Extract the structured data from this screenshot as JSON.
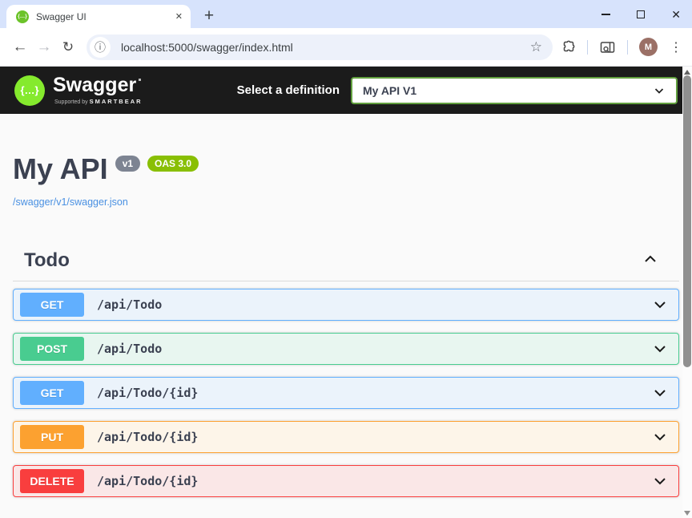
{
  "browser": {
    "tab_title": "Swagger UI",
    "url": "localhost:5000/swagger/index.html",
    "avatar": "M"
  },
  "icons": {
    "plus": "+",
    "close": "✕",
    "back": "←",
    "forward": "→",
    "reload": "↻",
    "info": "ⓘ",
    "star": "☆",
    "kebab": "⋮",
    "logo_glyph": "{…}"
  },
  "topbar": {
    "brand": "Swagger",
    "brand_sub": "Supported by",
    "brand_sub_strong": "SMARTBEAR",
    "select_label": "Select a definition",
    "selected_definition": "My API V1",
    "select_border_color": "#62a03f",
    "background": "#1b1b1b",
    "logo_green": "#85ea2d"
  },
  "info": {
    "title": "My API",
    "version_badge": "v1",
    "oas_badge": "OAS 3.0",
    "spec_link": "/swagger/v1/swagger.json",
    "badge_gray": "#7d8492",
    "badge_green": "#89bf04",
    "link_color": "#4990e2"
  },
  "tag": {
    "name": "Todo"
  },
  "endpoints": [
    {
      "method": "GET",
      "path": "/api/Todo",
      "color": "#61affe",
      "bg": "#ebf3fb"
    },
    {
      "method": "POST",
      "path": "/api/Todo",
      "color": "#49cc90",
      "bg": "#e8f6f0"
    },
    {
      "method": "GET",
      "path": "/api/Todo/{id}",
      "color": "#61affe",
      "bg": "#ebf3fb"
    },
    {
      "method": "PUT",
      "path": "/api/Todo/{id}",
      "color": "#fca130",
      "bg": "#fdf5e9"
    },
    {
      "method": "DELETE",
      "path": "/api/Todo/{id}",
      "color": "#f93e3e",
      "bg": "#fae7e7"
    }
  ]
}
